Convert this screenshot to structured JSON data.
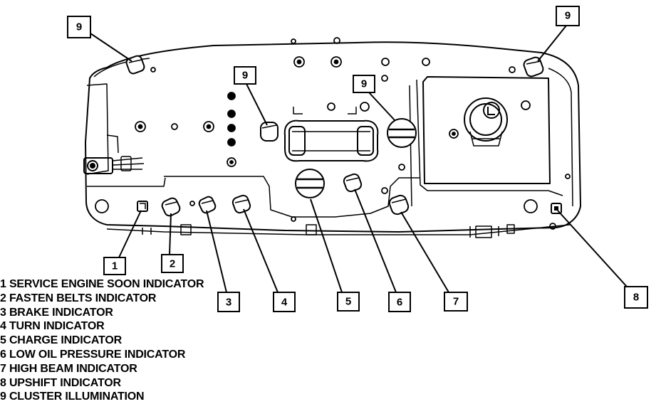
{
  "callouts": {
    "c1": "1",
    "c2": "2",
    "c3": "3",
    "c4": "4",
    "c5": "5",
    "c6": "6",
    "c7": "7",
    "c8": "8",
    "c9a": "9",
    "c9b": "9",
    "c9c": "9",
    "c9d": "9"
  },
  "legend": [
    "1 SERVICE ENGINE SOON INDICATOR",
    "2 FASTEN BELTS INDICATOR",
    "3 BRAKE INDICATOR",
    "4 TURN INDICATOR",
    "5 CHARGE INDICATOR",
    "6 LOW OIL PRESSURE INDICATOR",
    "7 HIGH BEAM INDICATOR",
    "8 UPSHIFT INDICATOR",
    "9 CLUSTER ILLUMINATION"
  ]
}
